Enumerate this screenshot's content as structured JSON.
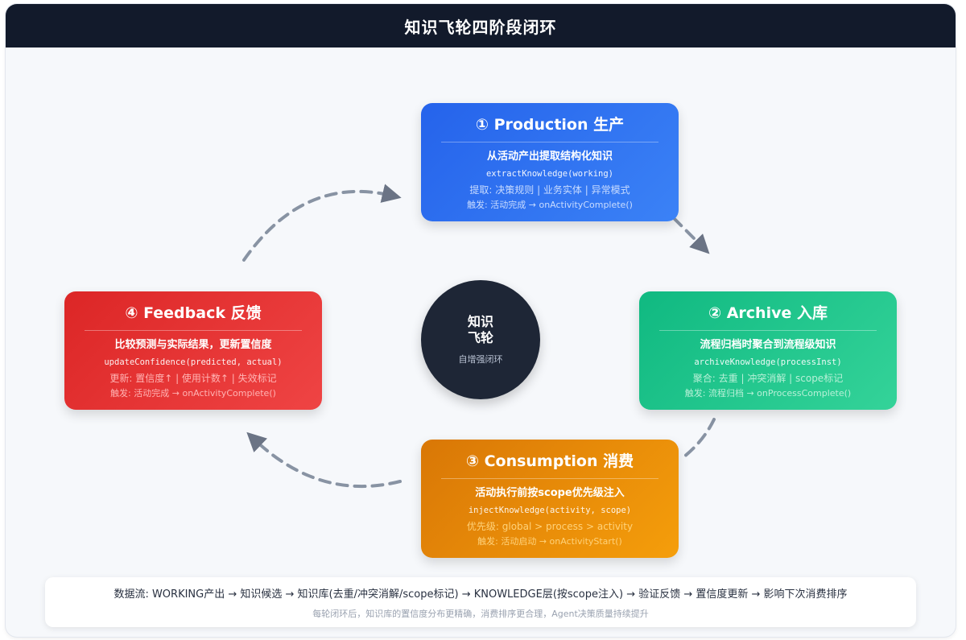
{
  "header": {
    "title": "知识飞轮四阶段闭环"
  },
  "stages": {
    "production": {
      "title": "① Production 生产",
      "desc": "从活动产出提取结构化知识",
      "code": "extractKnowledge(working)",
      "line1": "提取: 决策规则 | 业务实体 | 异常模式",
      "line2": "触发: 活动完成 → onActivityComplete()"
    },
    "archive": {
      "title": "② Archive 入库",
      "desc": "流程归档时聚合到流程级知识",
      "code": "archiveKnowledge(processInst)",
      "line1": "聚合: 去重 | 冲突消解 | scope标记",
      "line2": "触发: 流程归档 → onProcessComplete()"
    },
    "consumption": {
      "title": "③ Consumption 消费",
      "desc": "活动执行前按scope优先级注入",
      "code": "injectKnowledge(activity, scope)",
      "line1": "优先级: global > process > activity",
      "line2": "触发: 活动启动 → onActivityStart()"
    },
    "feedback": {
      "title": "④ Feedback 反馈",
      "desc": "比较预测与实际结果，更新置信度",
      "code": "updateConfidence(predicted, actual)",
      "line1": "更新: 置信度↑ | 使用计数↑ | 失效标记",
      "line2": "触发: 活动完成 → onActivityComplete()"
    }
  },
  "hub": {
    "title": "知识飞轮",
    "subtitle": "自增强闭环"
  },
  "footer": {
    "flow": "数据流: WORKING产出 → 知识候选 → 知识库(去重/冲突消解/scope标记) → KNOWLEDGE层(按scope注入) → 验证反馈 → 置信度更新 → 影响下次消费排序",
    "note": "每轮闭环后，知识库的置信度分布更精确，消费排序更合理，Agent决策质量持续提升"
  },
  "colors": {
    "production": "#2563eb",
    "archive": "#10b981",
    "consumption": "#d97706",
    "feedback": "#dc2626",
    "hub": "#1e2636",
    "header": "#121a2b",
    "arrow": "#8893a3"
  }
}
